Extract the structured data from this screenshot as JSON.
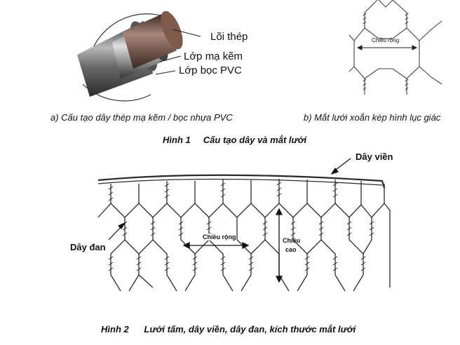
{
  "figure1": {
    "wire_labels": {
      "core": "Lõi thép",
      "zinc": "Lớp mạ kẽm",
      "pvc": "Lớp bọc PVC"
    },
    "mesh_small_label": "Chiều rộng",
    "caption_a": "a)  Cấu tạo dây thép mạ kẽm / bọc nhựa PVC",
    "caption_b": "b)  Mắt lưới xoắn kép hình lục giác",
    "title": "Hình 1     Cấu tạo dây và mắt lưới"
  },
  "figure2": {
    "selvedge_label": "Dây viền",
    "mesh_wire_label": "Dây đan",
    "width_label": "Chiều rộng",
    "height_label_line1": "Chiều",
    "height_label_line2": "cao",
    "title": "Hình 2      Lưới tấm, dây viền, dây đan, kích thước mắt lưới"
  },
  "colors": {
    "wire": "#222222",
    "pvc_outer": "#9a9a9a",
    "core": "#6b4a3a"
  }
}
